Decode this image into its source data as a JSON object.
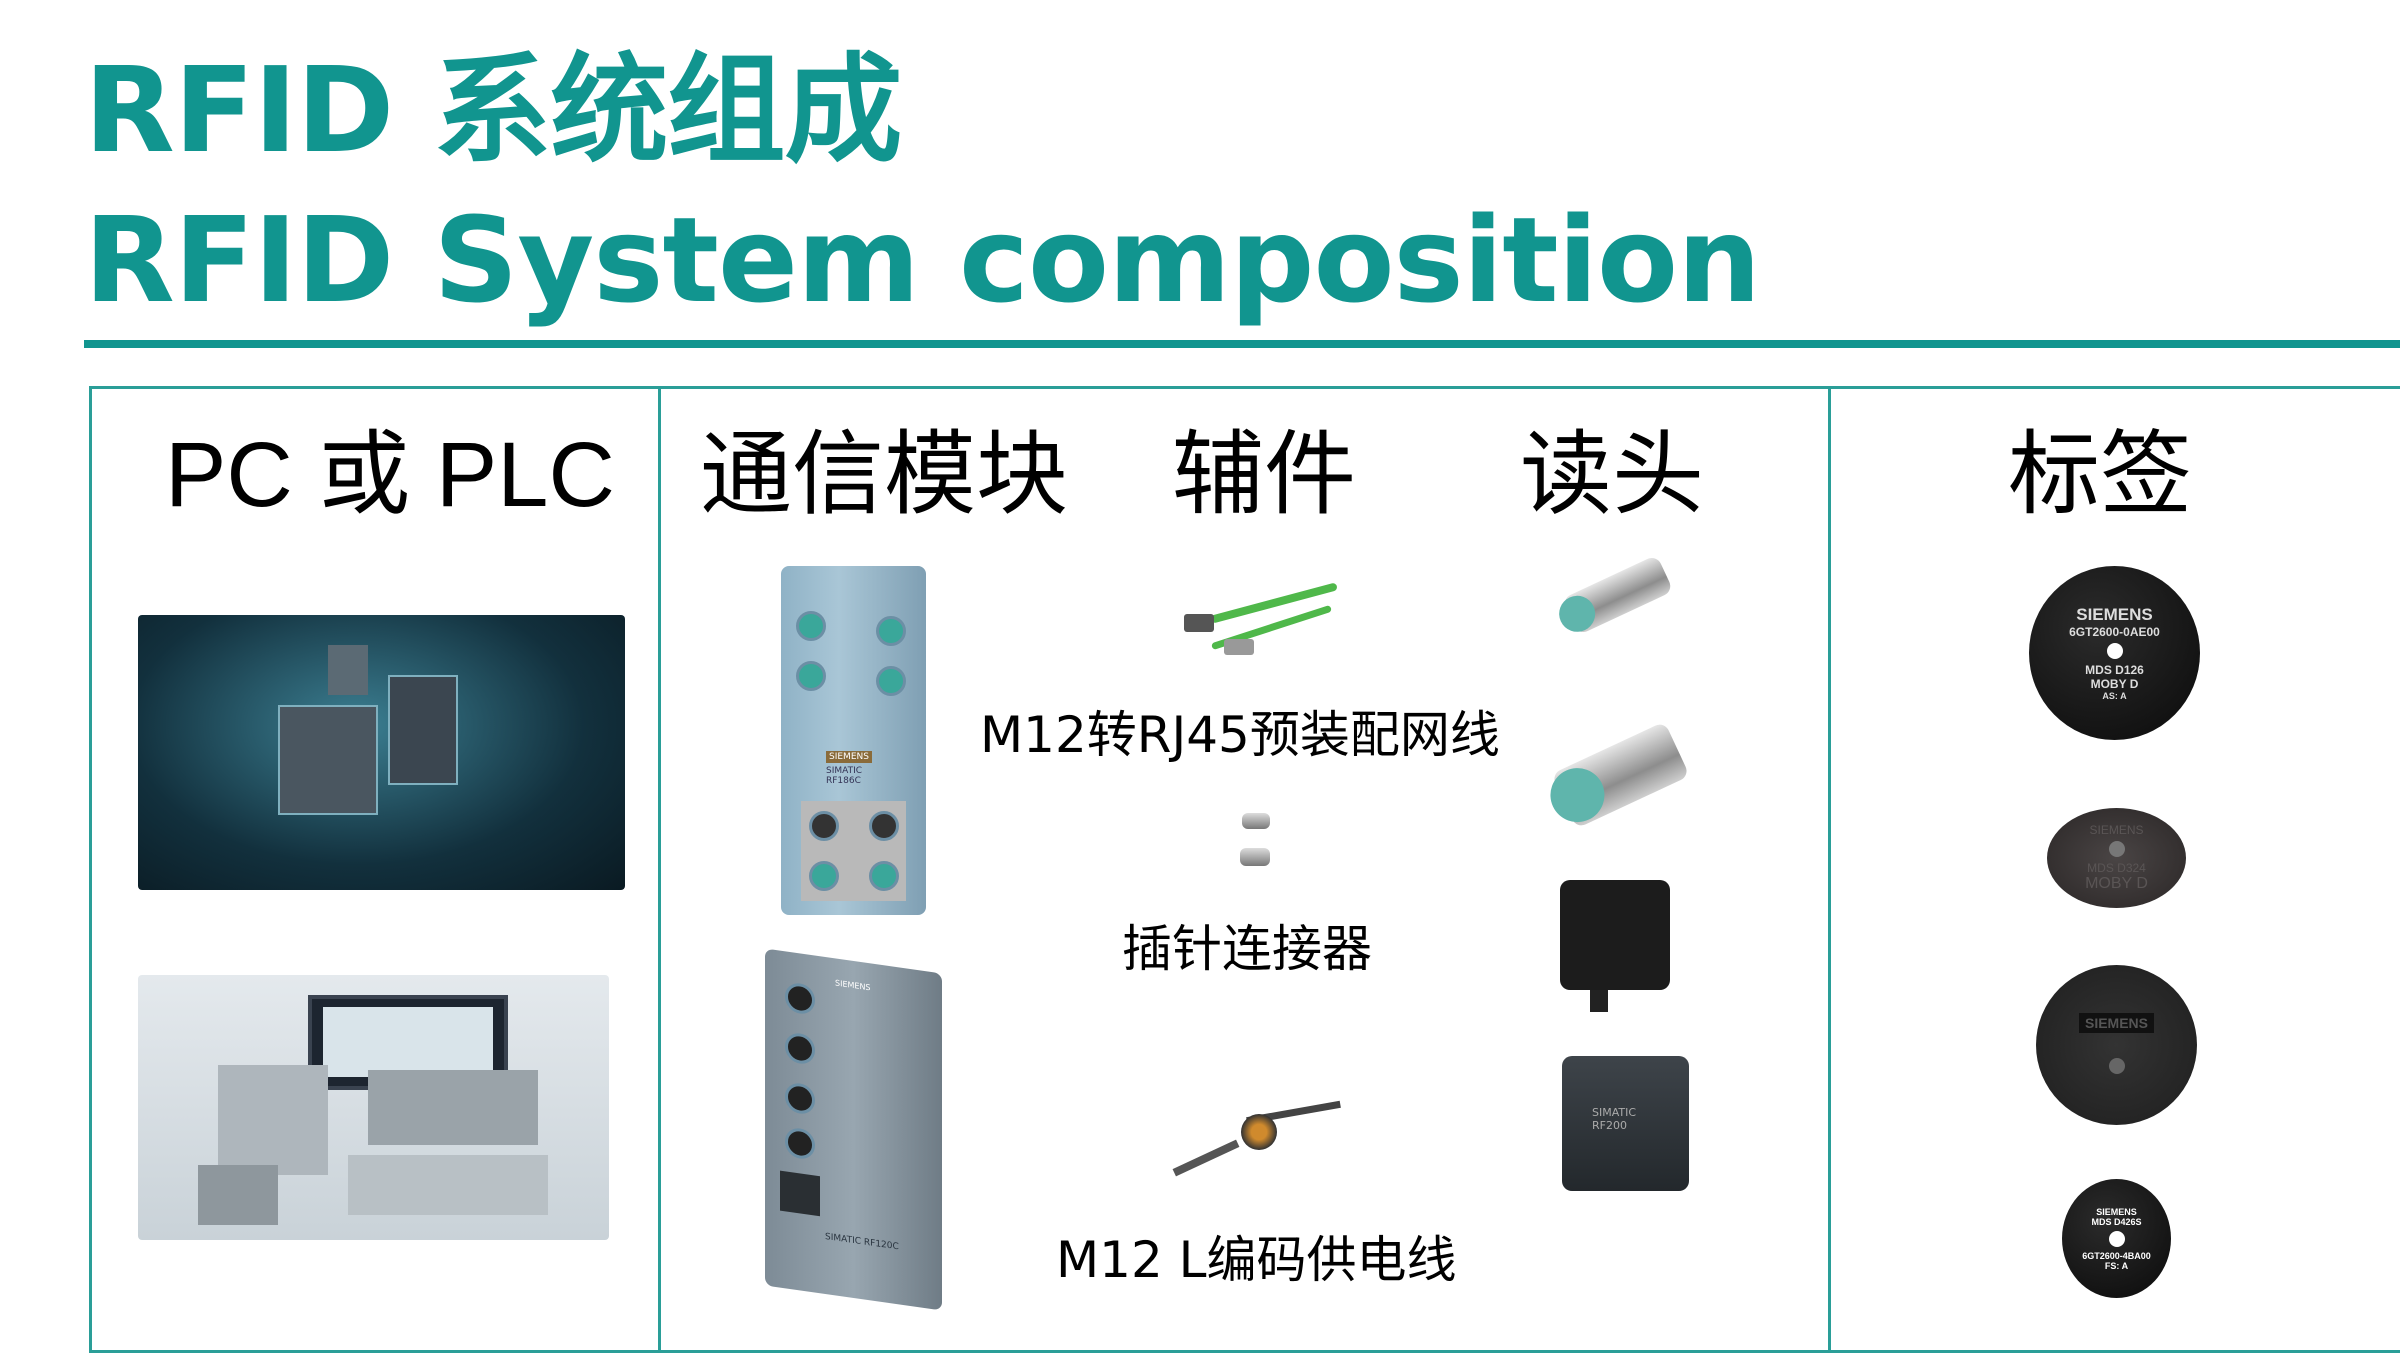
{
  "header": {
    "title_cn": "RFID 系统组成",
    "title_en": "RFID System composition"
  },
  "colors": {
    "accent": "#11958f"
  },
  "columns": {
    "pc_plc": {
      "heading": "PC 或 PLC"
    },
    "comm_module": {
      "heading": "通信模块",
      "devices": [
        {
          "brand": "SIEMENS",
          "model": "SIMATIC RF186C"
        },
        {
          "brand": "SIEMENS",
          "model": "SIMATIC RF120C"
        }
      ]
    },
    "accessories": {
      "heading": "辅件",
      "items": [
        {
          "label": "M12转RJ45预装配网线"
        },
        {
          "label": "插针连接器"
        },
        {
          "label": "M12 L编码供电线"
        }
      ]
    },
    "reader": {
      "heading": "读头",
      "items": [
        {
          "label": "SIMATIC RF200"
        }
      ]
    },
    "tags": {
      "heading": "标签",
      "items": [
        {
          "brand": "SIEMENS",
          "order": "6GT2600-0AE00",
          "model": "MDS D126",
          "family": "MOBY D",
          "rev": "AS: A"
        },
        {
          "brand": "SIEMENS",
          "model": "MDS D324",
          "family": "MOBY D"
        },
        {
          "brand": "SIEMENS"
        },
        {
          "brand": "SIEMENS",
          "model": "MDS D426S",
          "order": "6GT2600-4BA00",
          "rev": "FS: A"
        }
      ]
    }
  }
}
